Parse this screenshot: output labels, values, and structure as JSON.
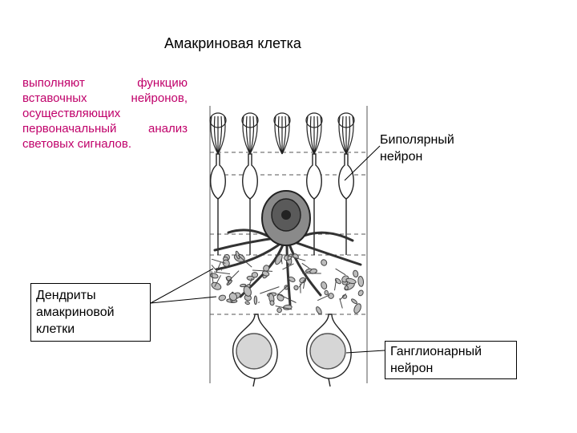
{
  "diagram": {
    "title": "Амакриновая клетка",
    "description": "выполняют функцию вставочных нейронов, осуществляющих первоначальный анализ световых сигналов.",
    "labels": {
      "bipolar": "Биполярный нейрон",
      "dendrites": "Дендриты амакриновой клетки",
      "ganglion": "Ганглионарный нейрон"
    }
  }
}
